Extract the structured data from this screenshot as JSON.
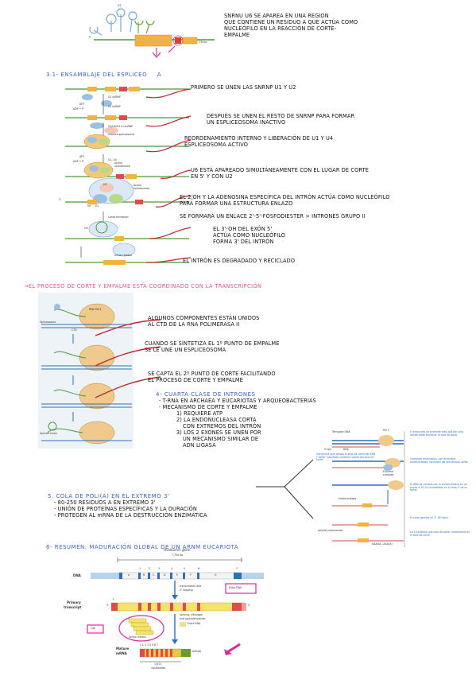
{
  "top": {
    "note_lines": [
      "SNRNU U6 SE APAREA EN UNA REGION",
      "QUE CONTIENE UN RESIDUO A QUE ACTÚA COMO",
      "NUCLEÓFILO EN LA REACCIÓN DE CORTE-",
      "EMPALME"
    ],
    "diagram_labels": {
      "u2": "U2",
      "u6": "U6",
      "exon": "3'Exon",
      "five": "5'"
    }
  },
  "section31": {
    "title": "3.1- ENSAMBLAJE DEL ESPLICEO",
    "title_suffix": "A",
    "notes": [
      [
        "PRIMERO SE UNEN LAS SNRNP U1 Y U2"
      ],
      [
        "DESPUÉS SE UNEN EL RESTO DE SNRNP PARA FORMAR",
        "UN ESPLICEOSOMA INACTIVO"
      ],
      [
        "REORDENAMIENTO INTERNO Y LIBERACIÓN DE U1 Y U4",
        "ESPLICEOSOMA ACTIVO"
      ],
      [
        "U6 ESTÁ APAREADO SIMULTÁNEAMENTE CON EL LUGAR DE CORTE",
        "EN 5' Y CON U2"
      ],
      [
        "EL 2'OH Y LA ADENOSINA ESPECÍFICA DEL INTRÓN ACTÚA COMO NUCLEÓFILO",
        "PARA FORMAR UNA ESTRUCTURA ENLAZO"
      ],
      [
        "SE FORMARÁ UN ENLACE 2'-5'-FOSFODIESTER > INTRONES GRUPO II"
      ],
      [
        "EL 3'-OH DEL EXÓN 5'",
        "ACTÚA COMO NUCLEÓFILO",
        "FORMA 3' DEL INTRÓN"
      ],
      [
        "EL INTRÓN ES DEGRADADO Y RECICLADO"
      ]
    ],
    "diagram_labels": {
      "u1snrnp": "U1 snRNP",
      "u2snrnp": "U2 snRNP",
      "atp1": "ATP",
      "adp1": "ADP + Pᵢ",
      "inactive": "Inactive spliceosome",
      "u456": "U4/U6/U5 tri-snRNP",
      "atp2": "ATP",
      "adp2": "ADP + Pᵢ",
      "u1u4": "U1, U4",
      "active1": "Active spliceosome",
      "active2": "Active spliceosome",
      "lariat": "Lariat formation",
      "release": "Intron release",
      "u6": "U6",
      "u2": "U2",
      "u5": "U5",
      "oh": "OH",
      "five": "5'",
      "three": "3'"
    }
  },
  "section_process": {
    "title": "→EL PROCESO DE CORTE Y EMPALME ESTÁ COORDINADO CON LA TRANSCRIPCIÓN",
    "notes": [
      [
        "ALGUNOS COMPONENTES ESTÁN UNIDOS",
        "AL CTD DE LA RNA POLIMERASA II"
      ],
      [
        "CUANDO SE SINTETIZA EL 1º PUNTO DE EMPALME",
        "SE LE UNE UN ESPLICEOSOMA"
      ],
      [
        "SE CAPTA EL 2º PUNTO DE CORTE FACILITANDO",
        "EL PROCESO DE CORTE Y EMPALME"
      ]
    ],
    "diagram_labels": {
      "spliceosome": "Spliceosome",
      "ctd": "CTD",
      "pol": "RNA Pol II",
      "spliced": "Spliced intron"
    }
  },
  "section4": {
    "title": "4- CUARTA CLASE DE INTRONES",
    "lines": [
      "- T-RNA EN ARCHAEA Y EUCARIOTAS Y ARQUEOBACTERIAS",
      "- MECANISMO DE CORTE Y EMPALME",
      "1) REQUIERE ATP",
      "2) LA ENDONUCLEASA CORTA",
      "CON EXTREMOS DEL INTRÓN",
      "3) LOS 2 EXONES SE UNEN POR",
      "UN MECANISMO SIMILAR DE",
      "ADN LIGASA"
    ]
  },
  "section5": {
    "title": "5. COLA DE POLI(A) EN EL EXTREMO 3'",
    "lines": [
      "- 80-250 RESIDUOS A EN EXTREMO 3'",
      "- UNIÓN DE PROTEÍNAS ESPECÍFICAS Y LA DURACIÓN",
      "- PROTEGEN AL mRNA DE LA DESTRUCCIÓN ENZIMÁTICA"
    ]
  },
  "polya_panel": {
    "labels": {
      "template": "Template DNA",
      "pol": "Pol II",
      "ryn": "5'cap",
      "rna": "RNA",
      "enzyme": "Enzyme complex",
      "endo": "endonuclease",
      "aaa": "AAAAA...AAA(A)",
      "p1": "El transcrito se extiende más allá del sitio donde debe terminar la cola de poliA.",
      "p2": "Secuencia que señala el sitio de corte del ARN (\"señal\" AAUAAA) contiene varias del sitio de corte.",
      "p3": "Complejo enzimático, con actividad endonucleasa, reconoce las secuencias señal.",
      "p4": "El ARN es cortado por la endonucleasa en un punto a 10-30 nucleótidos en el lado 3' de la señal.",
      "p5": "El corte genera un 3'-OH libre.",
      "p6": "La E-sintetiza una cola de poliA, empezando en el sitio de corte.",
      "poly": "poly(A) polymerase"
    }
  },
  "section6": {
    "title": "6- RESUMEN: MADURACIÓN GLOBAL DE UN ARNM EUCARIOTA",
    "labels": {
      "ovalbumin": "Ovalbumin gene",
      "bp": "7,700 bp",
      "dna": "DNA",
      "transcription": "transcription and",
      "capping": "5' capping",
      "primary": "Primary",
      "transcript": "transcript",
      "extra": "Extra RNA",
      "cap": "Cap",
      "splicing": "splicing, cleavage,",
      "poly": "and polyadenylation",
      "extra2": "Extra RNA",
      "seven": "Seven introns",
      "mature": "Mature",
      "mrna": "mRNA",
      "aaa": "AAA(A)",
      "nt": "1,872",
      "nucleotides": "nucleotides",
      "exons_top": [
        "1",
        "2",
        "3",
        "4",
        "5",
        "6",
        "7"
      ],
      "exons_mature": "L 1 2 3 4 5 6 7",
      "introns": [
        "A",
        "B",
        "C",
        "D",
        "E",
        "F",
        "G"
      ],
      "L": "L",
      "three": "3'",
      "five": "5'"
    }
  }
}
